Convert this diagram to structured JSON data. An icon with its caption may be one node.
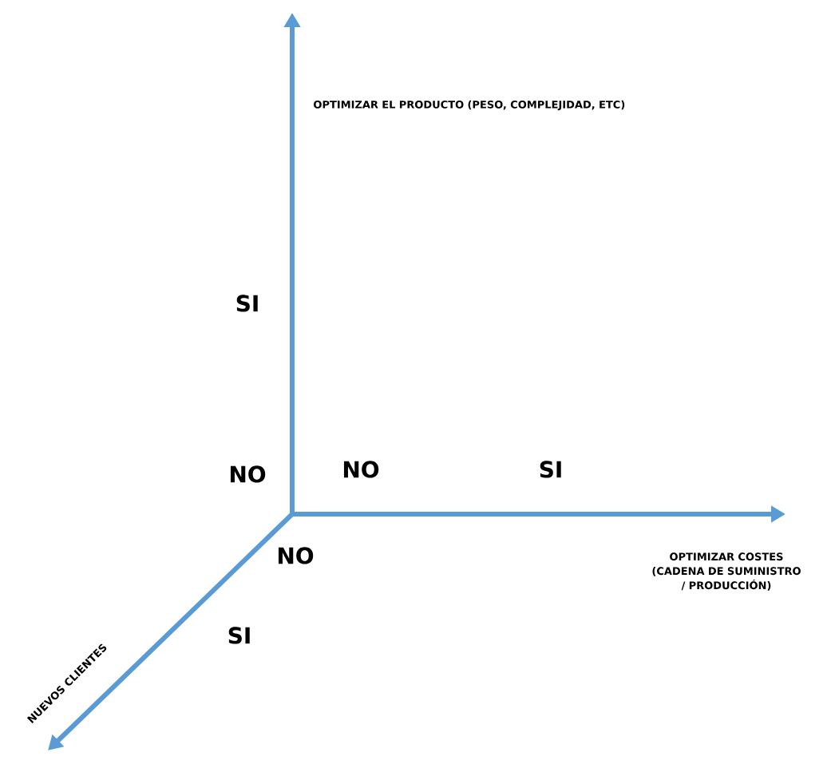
{
  "diagram": {
    "labels": [
      "OPTIMIZAR EL PRODUCTO (PESO, COMPLEJIDAD, ETC)",
      "SI",
      "NO",
      "NO",
      "SI",
      "OPTIMIZAR COSTES (CADENA DE SUMINISTRO / PRODUCCIÓN)",
      "NO",
      "NUEVOS CLIENTES",
      "SI"
    ]
  }
}
